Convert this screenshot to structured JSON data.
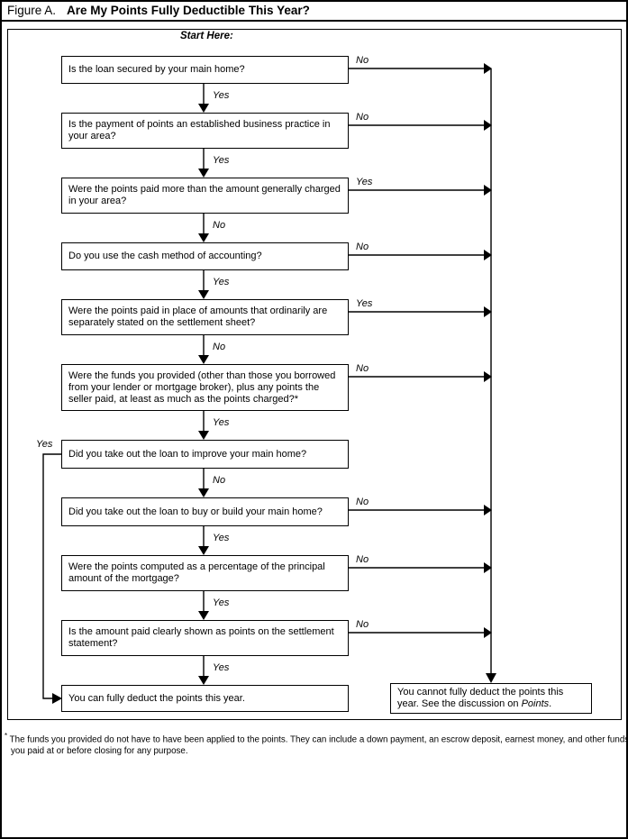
{
  "page": {
    "title_prefix": "Figure A.",
    "title": "Are My Points Fully Deductible This Year?",
    "start_here": "Start Here:"
  },
  "colors": {
    "ink": "#000000",
    "paper": "#ffffff"
  },
  "boxes": [
    {
      "text": "Is the loan secured by your main home?",
      "down_label": "Yes",
      "side_label": "No"
    },
    {
      "text": "Is the payment of points an established business practice in your area?",
      "down_label": "Yes",
      "side_label": "No"
    },
    {
      "text": "Were the points paid more than the amount generally charged in your area?",
      "down_label": "No",
      "side_label": "Yes"
    },
    {
      "text": "Do you use the cash method of accounting?",
      "down_label": "Yes",
      "side_label": "No"
    },
    {
      "text": "Were the points paid in place of amounts that ordinarily are separately stated on the settlement sheet?",
      "down_label": "No",
      "side_label": "Yes"
    },
    {
      "text": "Were the funds you provided (other than those you borrowed from your lender or mortgage broker), plus any points the seller paid, at least as much as the points charged?*",
      "down_label": "Yes",
      "side_label": "No"
    },
    {
      "text": "Did you take out the loan to improve your main home?",
      "down_label": "No",
      "side_label": "Yes"
    },
    {
      "text": "Did you take out the loan to buy or build your main home?",
      "down_label": "Yes",
      "side_label": "No"
    },
    {
      "text": "Were the points computed as a percentage of the principal amount of the mortgage?",
      "down_label": "Yes",
      "side_label": "No"
    },
    {
      "text": "Is the amount paid clearly shown as points on the settlement statement?",
      "down_label": "Yes",
      "side_label": "No"
    }
  ],
  "results": {
    "can_deduct": "You can fully deduct the points this year.",
    "cannot_deduct_text": "You cannot fully deduct the points this year. See the discussion on ",
    "cannot_deduct_italic": "Points",
    "cannot_deduct_end": "."
  },
  "footnote": {
    "marker": "*",
    "text": "The funds you provided do not have to have been applied to the points. They can include a down payment, an escrow deposit, earnest money, and other funds you paid at or before closing for any purpose."
  }
}
